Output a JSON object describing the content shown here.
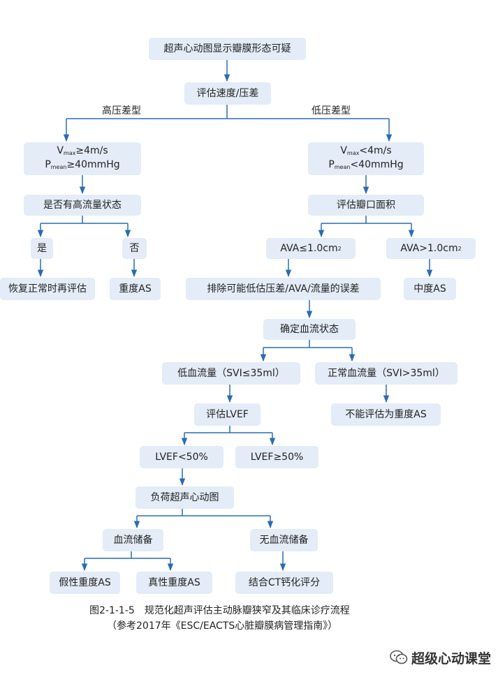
{
  "nodes": {
    "start": "超声心动图显示瓣膜形态可疑",
    "assess_vel": "评估速度/压差",
    "high_label": "高压差型",
    "low_label": "低压差型",
    "high_v_pre": "V",
    "high_v_sub": "max",
    "high_v_post": "≥4m/s",
    "high_p_pre": "P",
    "high_p_sub": "mean",
    "high_p_post": "≥40mmHg",
    "low_v_pre": "V",
    "low_v_sub": "max",
    "low_v_post": "<4m/s",
    "low_p_pre": "P",
    "low_p_sub": "mean",
    "low_p_post": "<40mmHg",
    "high_flow_q": "是否有高流量状态",
    "yes": "是",
    "no": "否",
    "recover": "恢复正常时再评估",
    "severe_as": "重度AS",
    "assess_ava": "评估瓣口面积",
    "ava_le_pre": "AVA≤1.0cm",
    "ava_le_sup": "2",
    "ava_gt_pre": "AVA>1.0cm",
    "ava_gt_sup": "2",
    "exclude": "排除可能低估压差/AVA/流量的误差",
    "moderate_as": "中度AS",
    "flow_state": "确定血流状态",
    "low_flow": "低血流量（SVI≤35ml）",
    "normal_flow": "正常血流量（SVI>35ml）",
    "assess_lvef": "评估LVEF",
    "cannot_severe": "不能评估为重度AS",
    "lvef_lt": "LVEF<50%",
    "lvef_ge": "LVEF≥50%",
    "stress_echo": "负荷超声心动图",
    "flow_reserve": "血流储备",
    "no_flow_reserve": "无血流储备",
    "pseudo_severe": "假性重度AS",
    "true_severe": "真性重度AS",
    "ct_calcium": "结合CT钙化评分"
  },
  "caption": {
    "line1": "图2-1-1-5　规范化超声评估主动脉瓣狭窄及其临床诊疗流程",
    "line2": "（参考2017年《ESC/EACTS心脏瓣膜病管理指南》）"
  },
  "watermark": "超级心动课堂",
  "colors": {
    "line": "#2b6cb0",
    "box": "#e3ecf7"
  }
}
